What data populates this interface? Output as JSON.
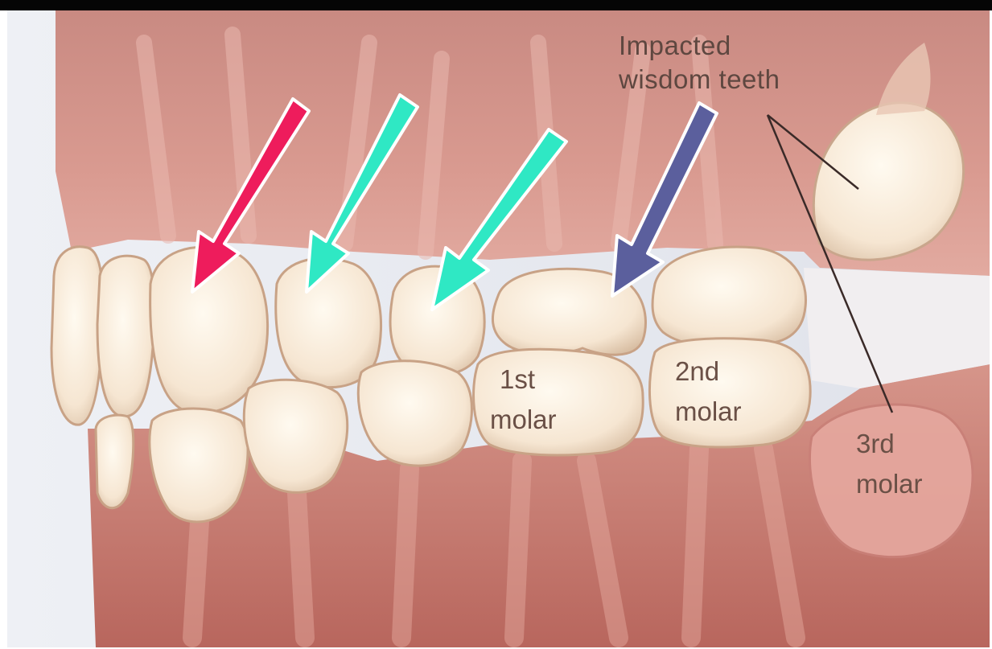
{
  "diagram": {
    "labels": {
      "impacted_line1": "Impacted",
      "impacted_line2": "wisdom teeth",
      "first_molar_line1": "1st",
      "first_molar_line2": "molar",
      "second_molar_line1": "2nd",
      "second_molar_line2": "molar",
      "third_molar_line1": "3rd",
      "third_molar_line2": "molar"
    },
    "arrows": [
      {
        "name": "red-arrow",
        "color": "#ee1c5c"
      },
      {
        "name": "teal-arrow-1",
        "color": "#2fe8c4"
      },
      {
        "name": "teal-arrow-2",
        "color": "#2fe8c4"
      },
      {
        "name": "blue-arrow",
        "color": "#5b5f9d"
      }
    ]
  }
}
